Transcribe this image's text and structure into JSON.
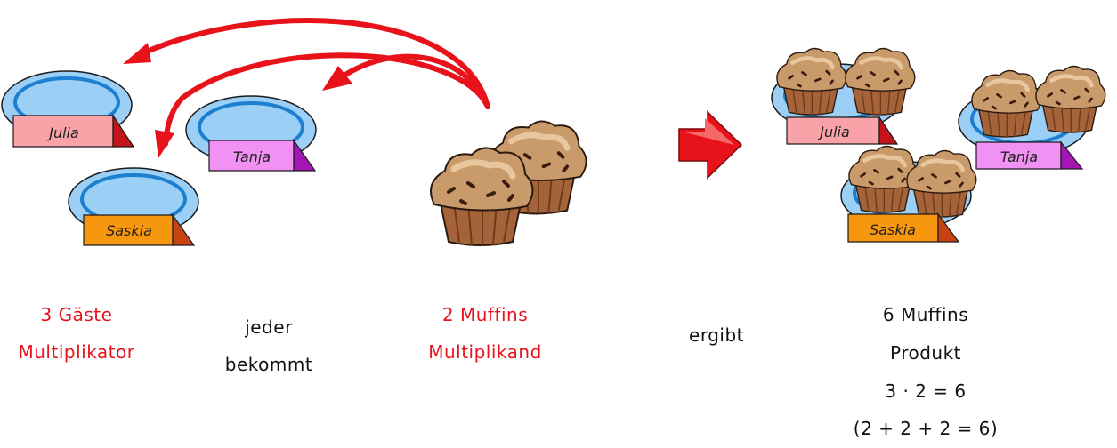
{
  "plates_left": [
    {
      "name": "Julia",
      "card": "#f9a3a8",
      "side": "#c4141b"
    },
    {
      "name": "Tanja",
      "card": "#f291f4",
      "side": "#a416b4"
    },
    {
      "name": "Saskia",
      "card": "#f7960f",
      "side": "#c8430f"
    }
  ],
  "plates_right": [
    {
      "name": "Julia",
      "card": "#f9a3a8",
      "side": "#c4141b"
    },
    {
      "name": "Tanja",
      "card": "#f291f4",
      "side": "#a416b4"
    },
    {
      "name": "Saskia",
      "card": "#f7960f",
      "side": "#c8430f"
    }
  ],
  "colors": {
    "accent_red": "#e8121b",
    "plate": "#9ccff5",
    "plate_ring": "#2a8fd6",
    "muffin_top": "#c89a6a",
    "muffin_cup": "#9a5a33"
  },
  "labels": {
    "guests": "3 Gäste",
    "multiplier": "Multiplikator",
    "each_1": "jeder",
    "each_2": "bekommt",
    "muffins": "2 Muffins",
    "multiplicand": "Multiplikand",
    "results_in": "ergibt",
    "total": "6 Muffins",
    "product": "Produkt",
    "equation": "3 · 2 = 6",
    "sum": "(2 + 2 + 2 = 6)"
  }
}
